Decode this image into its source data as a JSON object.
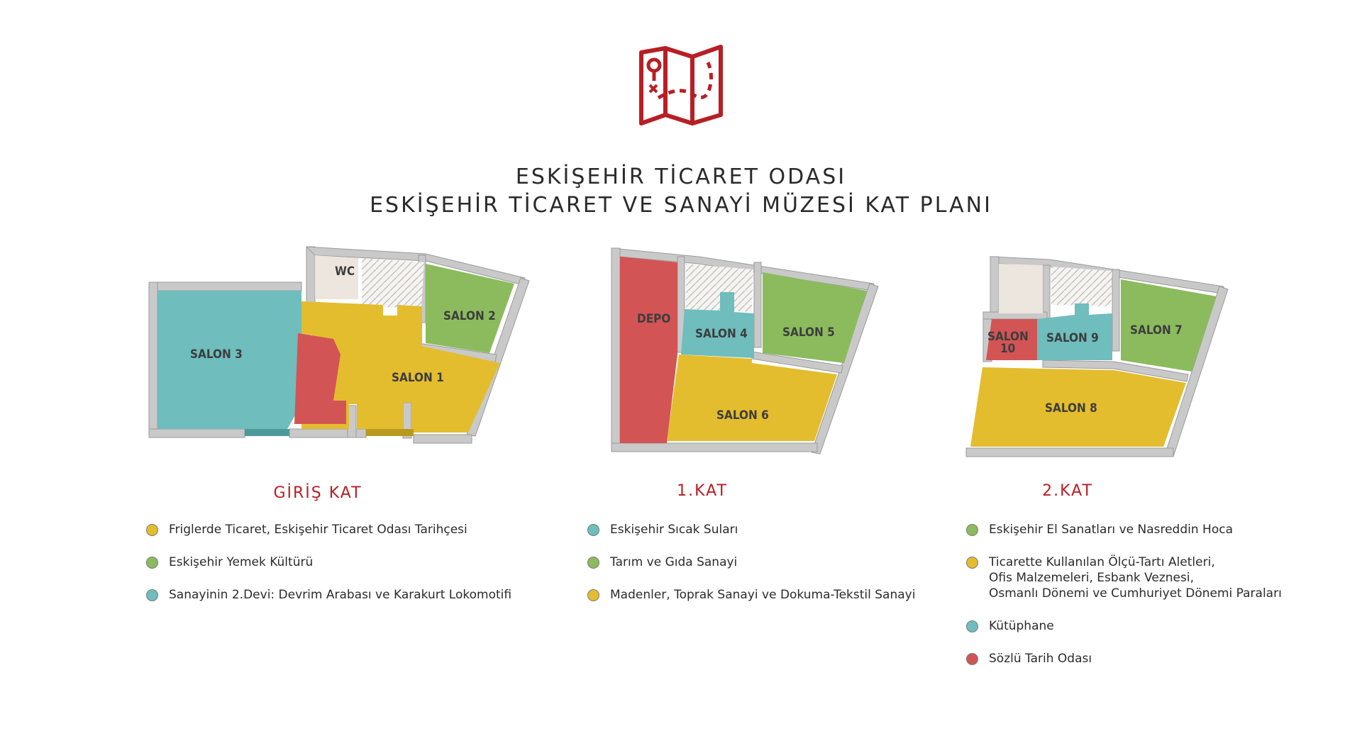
{
  "header": {
    "title_line1": "ESKİŞEHİR TİCARET ODASI",
    "title_line2": "ESKİŞEHİR TİCARET VE SANAYİ MÜZESİ KAT PLANI"
  },
  "colors": {
    "yellow": "#e3bd2e",
    "green": "#8cbb5e",
    "teal": "#6fbdbd",
    "red": "#d35454",
    "beige": "#ece6de",
    "wall": "#c9c9c9",
    "title_red": "#b71f24"
  },
  "icons": {
    "header": "folded-map-icon"
  },
  "floors": [
    {
      "title": "GİRİŞ KAT",
      "rooms": {
        "wc": "WC",
        "salon3": "SALON 3",
        "salon2": "SALON 2",
        "salon1": "SALON 1"
      },
      "legend": [
        {
          "color": "#e3bd2e",
          "text": "Friglerde Ticaret, Eskişehir Ticaret Odası Tarihçesi"
        },
        {
          "color": "#8cbb5e",
          "text": "Eskişehir Yemek Kültürü"
        },
        {
          "color": "#6fbdbd",
          "text": "Sanayinin 2.Devi: Devrim Arabası ve Karakurt Lokomotifi"
        }
      ]
    },
    {
      "title": "1.KAT",
      "rooms": {
        "depo": "DEPO",
        "salon4": "SALON 4",
        "salon5": "SALON 5",
        "salon6": "SALON 6"
      },
      "legend": [
        {
          "color": "#6fbdbd",
          "text": "Eskişehir Sıcak Suları"
        },
        {
          "color": "#8cbb5e",
          "text": "Tarım ve Gıda Sanayi"
        },
        {
          "color": "#e3bd2e",
          "text": "Madenler, Toprak Sanayi ve Dokuma-Tekstil Sanayi"
        }
      ]
    },
    {
      "title": "2.KAT",
      "rooms": {
        "salon10_a": "SALON",
        "salon10_b": "10",
        "salon9": "SALON 9",
        "salon7": "SALON 7",
        "salon8": "SALON 8"
      },
      "legend": [
        {
          "color": "#8cbb5e",
          "text": "Eskişehir El Sanatları ve Nasreddin Hoca"
        },
        {
          "color": "#e3bd2e",
          "lines": [
            "Ticarette Kullanılan Ölçü-Tartı Aletleri,",
            "Ofis Malzemeleri, Esbank Veznesi,",
            "Osmanlı Dönemi ve Cumhuriyet Dönemi Paraları"
          ]
        },
        {
          "color": "#6fbdbd",
          "text": "Kütüphane"
        },
        {
          "color": "#d35454",
          "text": "Sözlü Tarih Odası"
        }
      ]
    }
  ]
}
